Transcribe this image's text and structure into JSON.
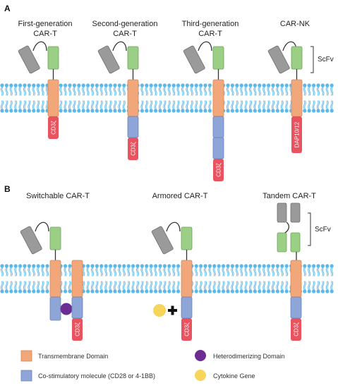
{
  "panel_a": {
    "letter": "A",
    "constructs": [
      {
        "title_line1": "First-generation",
        "title_line2": "CAR-T",
        "signal": "CD3ζ"
      },
      {
        "title_line1": "Second-generation",
        "title_line2": "CAR-T",
        "signal": "CD3ζ"
      },
      {
        "title_line1": "Third-generation",
        "title_line2": "CAR-T",
        "signal": "CD3ζ"
      },
      {
        "title_line1": "CAR-NK",
        "title_line2": "",
        "signal": "DAP10/12"
      }
    ],
    "scfv_label": "ScFv"
  },
  "panel_b": {
    "letter": "B",
    "constructs": [
      {
        "title": "Switchable CAR-T",
        "signal": "CD3ζ"
      },
      {
        "title": "Armored CAR-T",
        "signal": "CD3ζ"
      },
      {
        "title": "Tandem CAR-T",
        "signal": "CD3ζ"
      }
    ],
    "scfv_label": "ScFv"
  },
  "legend": {
    "transmembrane": "Transmembrane Domain",
    "costim": "Co-stimulatory molecule (CD28 or 4-1BB)",
    "heterodimerizing": "Heterodimerizing Domain",
    "cytokine": "Cytokine Gene"
  },
  "colors": {
    "membrane": "#5bb8ea",
    "transmembrane": "#f2a77a",
    "costim": "#8ea5d8",
    "signal": "#e8535f",
    "scfv_green": "#9ccf86",
    "scfv_gray": "#9a9a9a",
    "heterodimerizing": "#6b2d91",
    "cytokine": "#f7d45a"
  }
}
